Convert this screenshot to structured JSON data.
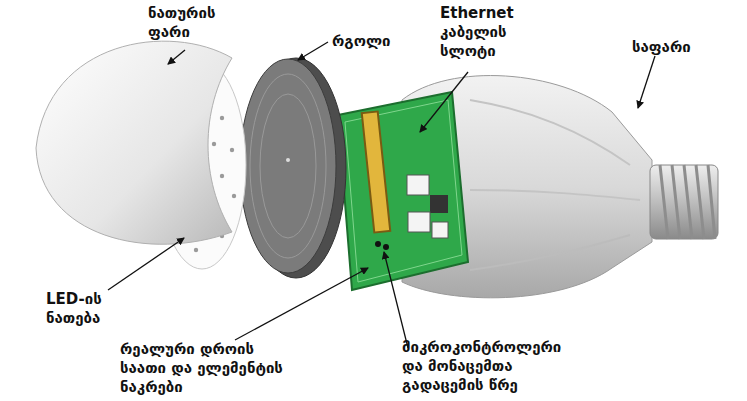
{
  "diagram": {
    "labels": [
      "ნათურის ფარი",
      "რგოლი",
      "Ethernet კაბელის სლოტი",
      "საფარი",
      "LED-ის ნათება",
      "რეალური დროის საათი და ელემენტის ნაკრები",
      "მიკროკონტროლერი და მონაცემთა გადაცემის წრე"
    ]
  }
}
